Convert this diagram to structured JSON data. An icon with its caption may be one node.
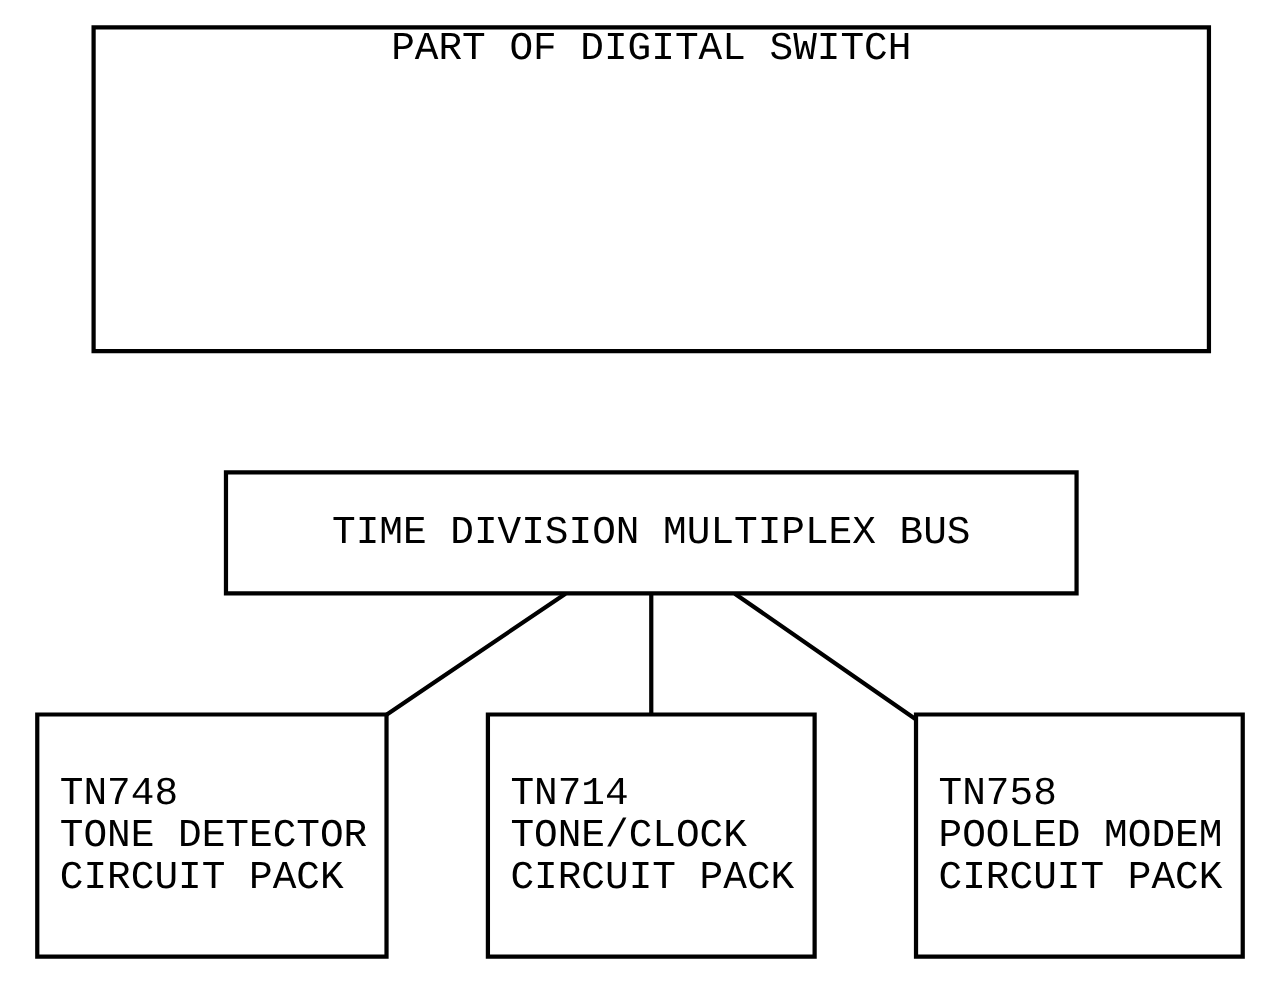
{
  "diagram": {
    "nodes": [
      {
        "text": [
          "PART OF DIGITAL SWITCH"
        ]
      },
      {
        "text": [
          "TIME DIVISION MULTIPLEX BUS"
        ]
      },
      {
        "text": [
          "TN748",
          "TONE DETECTOR CIRCUIT PACK"
        ]
      },
      {
        "text": [
          "TN714",
          "TONE/CLOCK CIRCUIT PACK"
        ]
      },
      {
        "text": [
          "TN758",
          "POOLED MODEM CIRCUIT PACK"
        ]
      }
    ],
    "edges": [
      {
        "from": 1,
        "to": 2,
        "arrow": "none"
      },
      {
        "from": 1,
        "to": 3,
        "arrow": "none"
      },
      {
        "from": 1,
        "to": 4,
        "arrow": "none"
      }
    ]
  }
}
